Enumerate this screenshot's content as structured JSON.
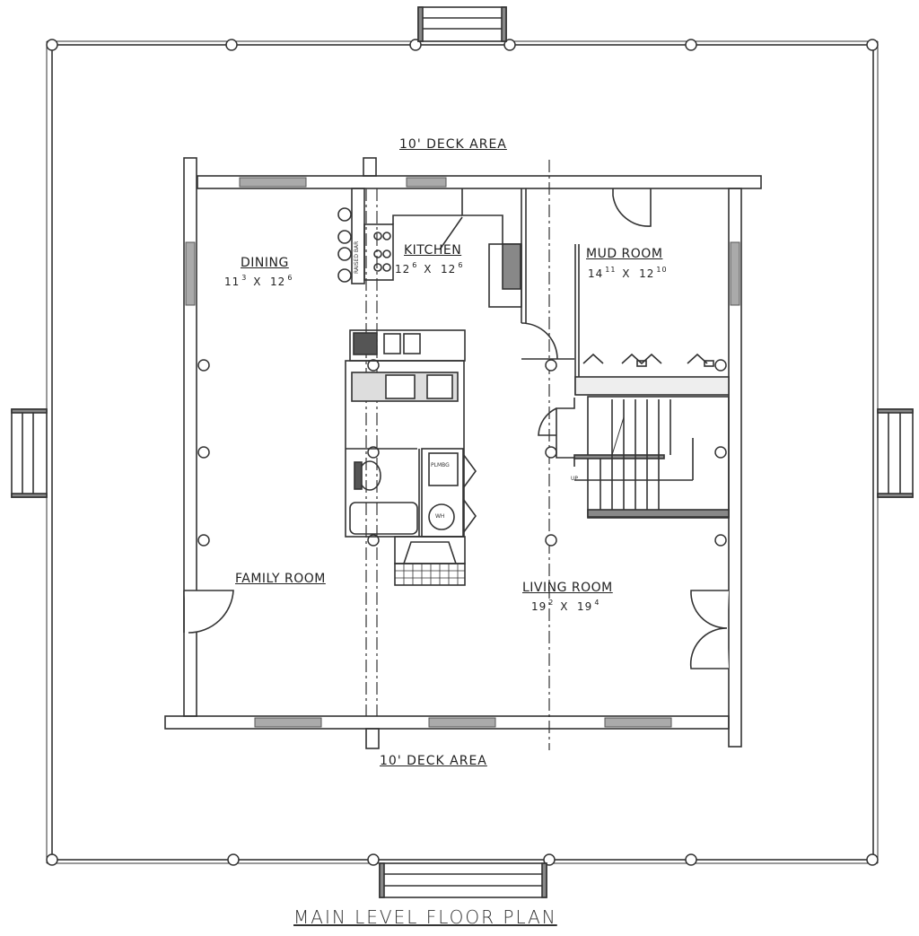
{
  "plan": {
    "title": "MAIN LEVEL FLOOR PLAN",
    "line_color": "#333333",
    "window_color": "#999999",
    "background": "#ffffff"
  },
  "decks": {
    "top": "10' DECK AREA",
    "bottom": "10' DECK AREA"
  },
  "rooms": {
    "dining": {
      "name": "DINING",
      "w_ft": "11",
      "w_in": "3",
      "l_ft": "12",
      "l_in": "6"
    },
    "kitchen": {
      "name": "KITCHEN",
      "w_ft": "12",
      "w_in": "6",
      "l_ft": "12",
      "l_in": "6"
    },
    "mud_room": {
      "name": "MUD ROOM",
      "w_ft": "14",
      "w_in": "11",
      "l_ft": "12",
      "l_in": "10"
    },
    "family_room": {
      "name": "FAMILY ROOM"
    },
    "living_room": {
      "name": "LIVING ROOM",
      "w_ft": "19",
      "w_in": "2",
      "l_ft": "19",
      "l_in": "4"
    }
  },
  "fixtures": {
    "raised_bar": "RAISED BAR",
    "plumbing": "PLMBG",
    "water_heater": "WH",
    "stair_up": "UP"
  }
}
